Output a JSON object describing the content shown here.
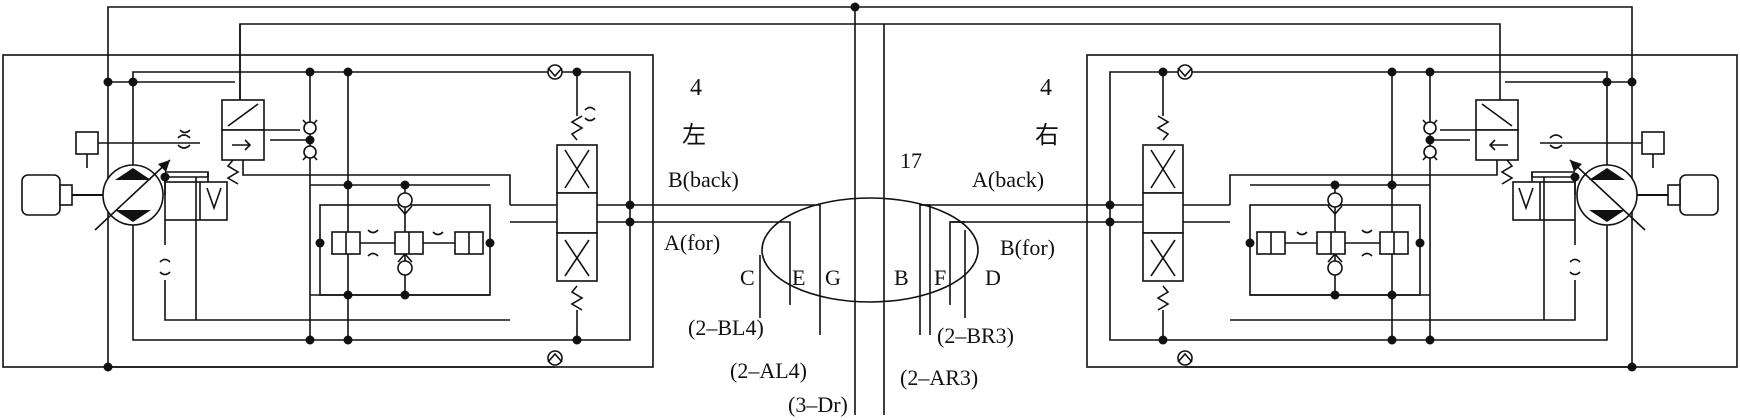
{
  "labels": {
    "left_num": "4",
    "left_char": "左",
    "right_num": "4",
    "right_char": "右",
    "center_num": "17",
    "b_back": "B(back)",
    "a_back": "A(back)",
    "a_for": "A(for)",
    "b_for": "B(for)",
    "port_c": "C",
    "port_e": "E",
    "port_g": "G",
    "port_b": "B",
    "port_f": "F",
    "port_d": "D",
    "bl4": "(2–BL4)",
    "br3": "(2–BR3)",
    "al4": "(2–AL4)",
    "ar3": "(2–AR3)",
    "dr": "(3–Dr)"
  }
}
